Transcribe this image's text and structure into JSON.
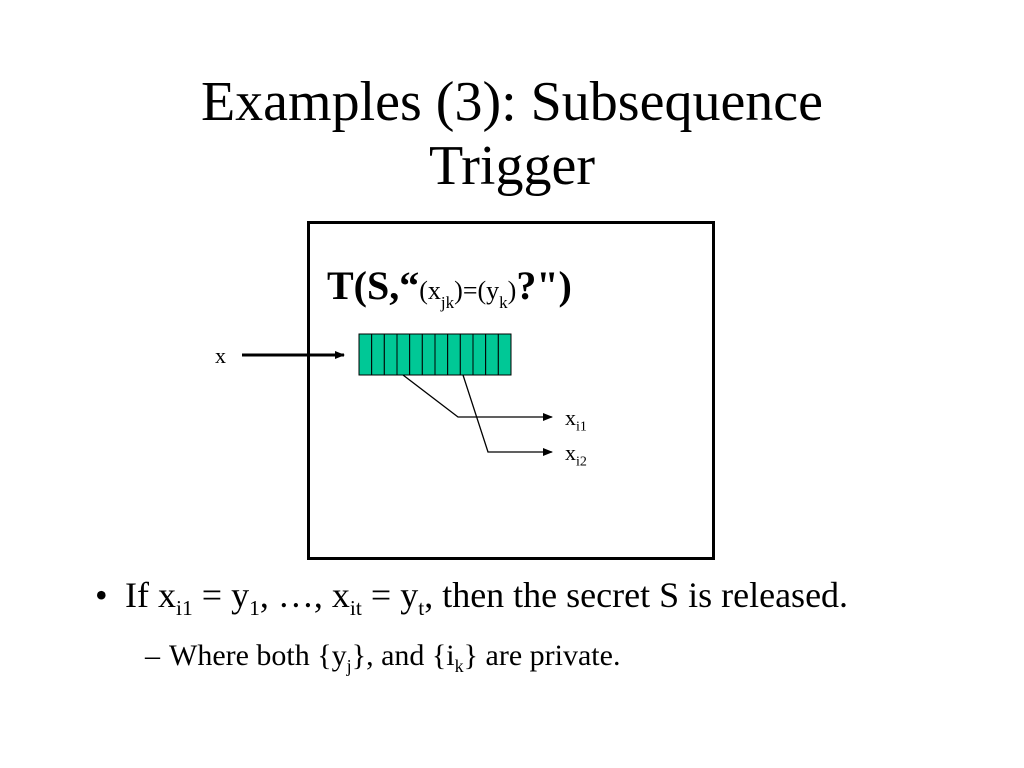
{
  "title": {
    "line1": "Examples (3): Subsequence",
    "line2": "Trigger"
  },
  "diagram": {
    "formula": {
      "prefix": "T(S,“",
      "part1": "(x",
      "sub1": "jk",
      "part2": ")=(y",
      "sub2": "k",
      "part3": ")",
      "suffix": "?\")"
    },
    "input_label": "x",
    "output1": {
      "base": "x",
      "sub": "i1"
    },
    "output2": {
      "base": "x",
      "sub": "i2"
    },
    "register_cells": 12,
    "register_color": "#00c896"
  },
  "bullets": {
    "main": {
      "marker": "•",
      "t1": "If x",
      "s1": "i1",
      "t2": " = y",
      "s2": "1",
      "t3": ", …, x",
      "s3": "it",
      "t4": " = y",
      "s4": "t",
      "t5": ", then the secret S is released."
    },
    "sub": {
      "marker": "–",
      "t1": "Where both {y",
      "s1": "j",
      "t2": "}, and {i",
      "s2": "k",
      "t3": "} are private."
    }
  }
}
